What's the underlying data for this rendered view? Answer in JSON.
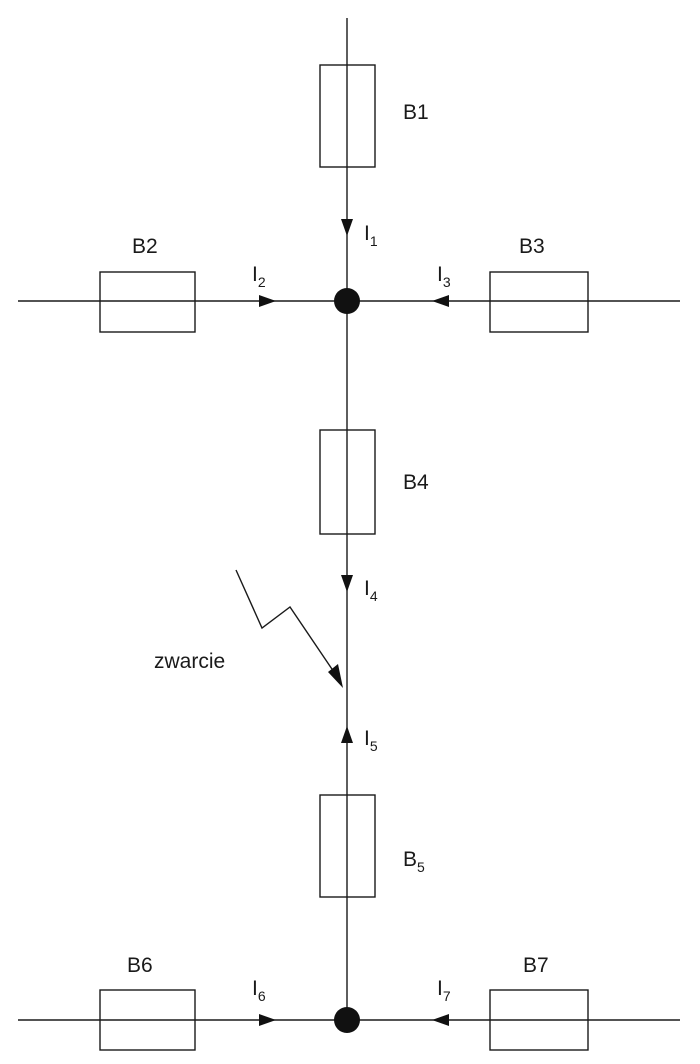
{
  "blocks": {
    "b1": "B1",
    "b2": "B2",
    "b3": "B3",
    "b4": "B4",
    "b5_main": "B",
    "b5_sub": "5",
    "b6": "B6",
    "b7": "B7"
  },
  "currents": {
    "i1": {
      "main": "I",
      "sub": "1"
    },
    "i2": {
      "main": "I",
      "sub": "2"
    },
    "i3": {
      "main": "I",
      "sub": "3"
    },
    "i4": {
      "main": "I",
      "sub": "4"
    },
    "i5": {
      "main": "I",
      "sub": "5"
    },
    "i6": {
      "main": "I",
      "sub": "6"
    },
    "i7": {
      "main": "I",
      "sub": "7"
    }
  },
  "fault_label": "zwarcie"
}
